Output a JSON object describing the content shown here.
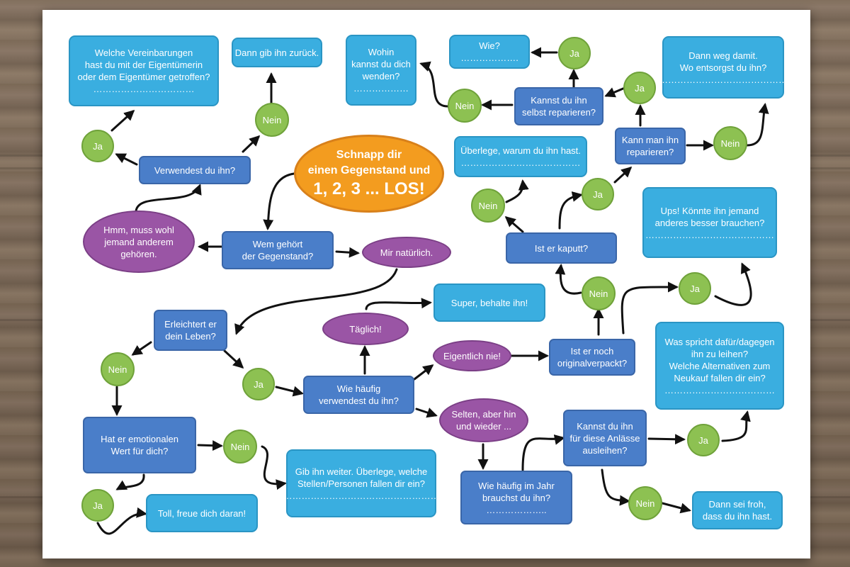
{
  "diagram": {
    "start": {
      "line1": "Schnapp dir",
      "line2": "einen Gegenstand und",
      "line3": "1, 2, 3 ... LOS!"
    },
    "questions": {
      "wem_gehoert": "Wem gehört\nder Gegenstand?",
      "verwendest": "Verwendest du ihn?",
      "erleichtert": "Erleichtert er\ndein Leben?",
      "emotional": "Hat er emotionalen\nWert für dich?",
      "wie_haeufig": "Wie häufig\nverwendest du ihn?",
      "originalverpackt": "Ist er noch\noriginalverpackt?",
      "kaputt": "Ist er kaputt?",
      "reparieren": "Kann man ihn\nreparieren?",
      "selbst_reparieren": "Kannst du ihn\nselbst reparieren?",
      "ausleihen": "Kannst du ihn\nfür diese Anlässe\nausleihen?",
      "wie_haeufig_jahr": "Wie häufig im Jahr\nbrauchst du ihn?",
      "wie_haeufig_jahr_dots": "……………….."
    },
    "answers_purple": {
      "hmm": "Hmm, muss wohl\njemand anderem\ngehören.",
      "mir": "Mir natürlich.",
      "taeglich": "Täglich!",
      "eigentlich_nie": "Eigentlich nie!",
      "selten": "Selten, aber hin\nund wieder ..."
    },
    "outcomes": {
      "vereinbarungen": "Welche Vereinbarungen\nhast du mit der Eigentümerin\noder dem Eigentümer getroffen?",
      "vereinbarungen_dots": "……………………………",
      "zurueck": "Dann gib ihn zurück.",
      "wohin": "Wohin\nkannst du dich\nwenden?",
      "wohin_dots": "………………",
      "wie": "Wie?",
      "wie_dots": "……………….",
      "weg": "Dann weg damit.\nWo entsorgst du ihn?",
      "weg_dots": "……………………………………",
      "ueberlege": "Überlege, warum du ihn hast.",
      "ueberlege_dots": "…………………………………",
      "ups": "Ups! Könnte ihn jemand\nanderes besser brauchen?",
      "ups_dots": "……………………………………",
      "super": "Super, behalte ihn!",
      "spricht": "Was spricht dafür/dagegen\nihn zu leihen?\nWelche Alternativen zum\nNeukauf fallen dir ein?",
      "spricht_dots": "………………………………",
      "gib_weiter": "Gib ihn weiter. Überlege, welche\nStellen/Personen fallen dir ein?",
      "gib_weiter_dots": "……………………………………………",
      "toll": "Toll, freue dich daran!",
      "froh": "Dann sei froh,\ndass du ihn hast."
    },
    "labels": {
      "ja": "Ja",
      "nein": "Nein"
    },
    "colors": {
      "question": "#4a7ec9",
      "outcome": "#3aaee0",
      "answer": "#9a55a5",
      "yes_no": "#8dc152",
      "start": "#f39c1f",
      "arrow": "#111111"
    }
  }
}
